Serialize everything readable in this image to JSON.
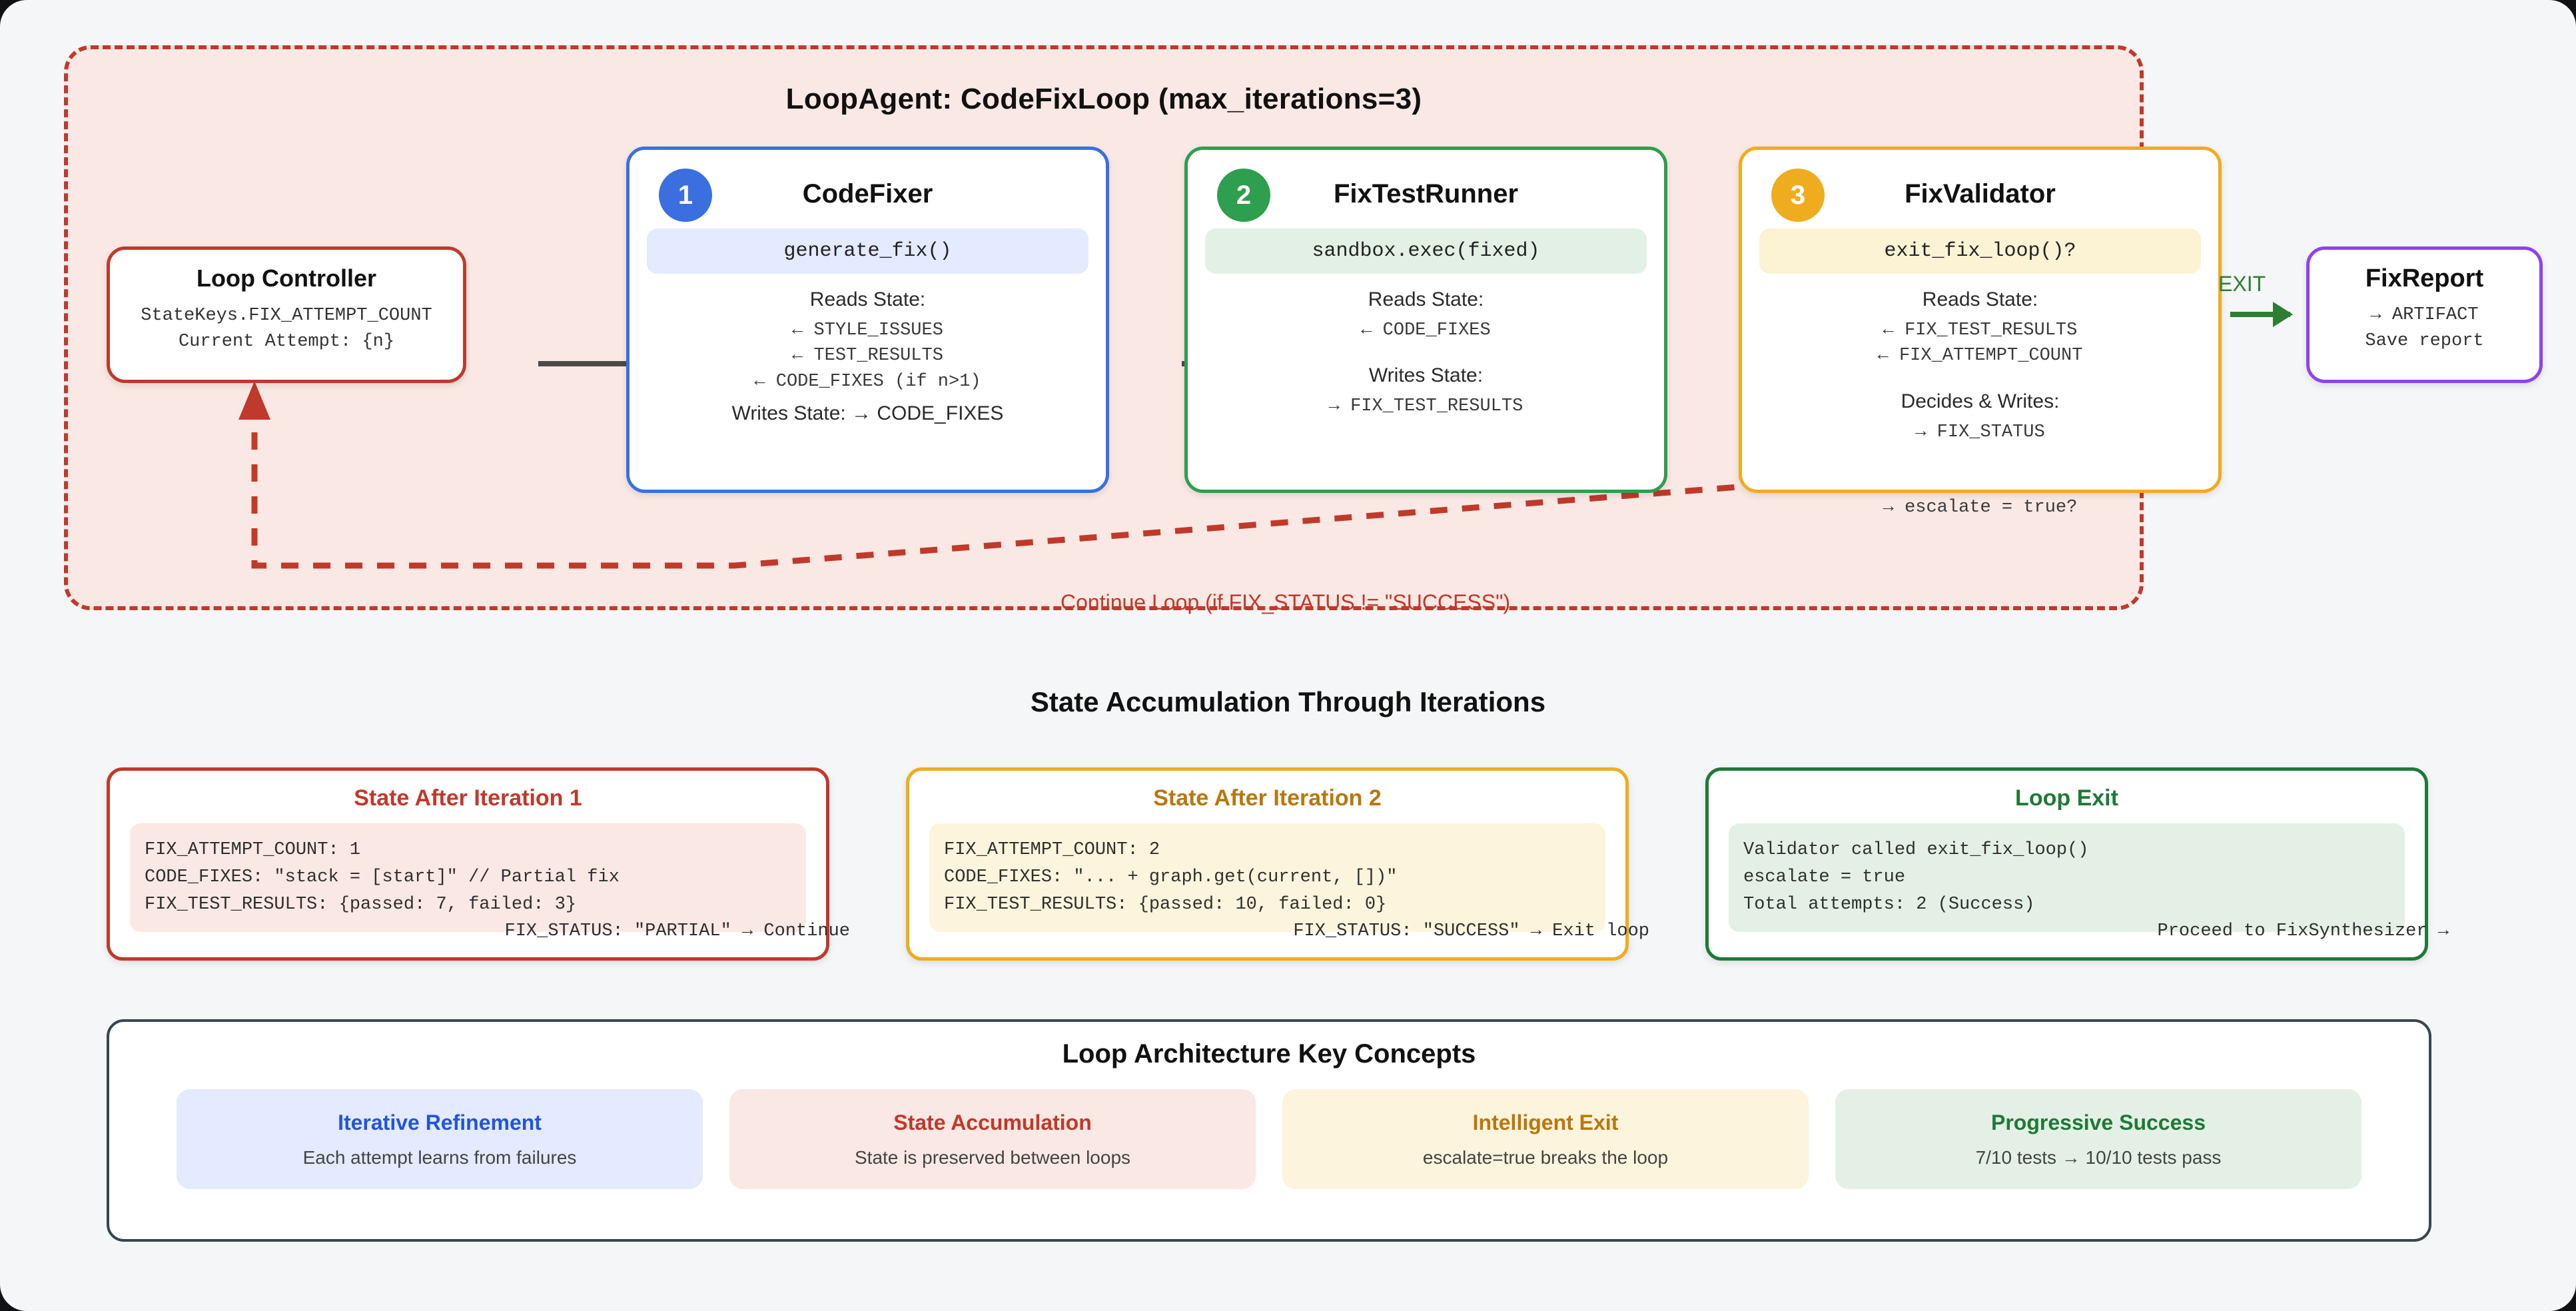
{
  "loop": {
    "title": "LoopAgent: CodeFixLoop (max_iterations=3)",
    "controller": {
      "title": "Loop Controller",
      "line1": "StateKeys.FIX_ATTEMPT_COUNT",
      "line2": "Current Attempt: {n}"
    },
    "steps": [
      {
        "badge": "1",
        "title": "CodeFixer",
        "code": "generate_fix()",
        "reads_label": "Reads State:",
        "reads": [
          "← STYLE_ISSUES",
          "← TEST_RESULTS",
          "← CODE_FIXES (if n>1)"
        ],
        "writes_inline": "Writes State: → CODE_FIXES",
        "accent": "#3b6fe0"
      },
      {
        "badge": "2",
        "title": "FixTestRunner",
        "code": "sandbox.exec(fixed)",
        "reads_label": "Reads State:",
        "reads": [
          "← CODE_FIXES"
        ],
        "writes_label": "Writes State:",
        "writes": [
          "→ FIX_TEST_RESULTS"
        ],
        "accent": "#2e9e4f"
      },
      {
        "badge": "3",
        "title": "FixValidator",
        "code": "exit_fix_loop()?",
        "reads_label": "Reads State:",
        "reads": [
          "← FIX_TEST_RESULTS",
          "← FIX_ATTEMPT_COUNT"
        ],
        "writes_label": "Decides & Writes:",
        "writes": [
          "→ FIX_STATUS"
        ],
        "overflow": "→ escalate = true?",
        "accent": "#efac1e"
      }
    ],
    "exit_label": "EXIT",
    "report": {
      "title": "FixReport",
      "line1": "→ ARTIFACT",
      "line2": "Save report"
    },
    "feedback_label": "Continue Loop (if FIX_STATUS != \"SUCCESS\")",
    "feedback_color": "#c0392b"
  },
  "state_section": {
    "heading": "State Accumulation Through Iterations",
    "cards": [
      {
        "title": "State After Iteration 1",
        "lines": [
          "FIX_ATTEMPT_COUNT: 1",
          "CODE_FIXES: \"stack = [start]\" // Partial fix",
          "FIX_TEST_RESULTS: {passed: 7, failed: 3}"
        ],
        "footer": "FIX_STATUS: \"PARTIAL\" → Continue",
        "accent": "#c0392b"
      },
      {
        "title": "State After Iteration 2",
        "lines": [
          "FIX_ATTEMPT_COUNT: 2",
          "CODE_FIXES: \"... + graph.get(current, [])\"",
          "FIX_TEST_RESULTS: {passed: 10, failed: 0}"
        ],
        "footer": "FIX_STATUS: \"SUCCESS\" → Exit loop",
        "accent": "#efac1e"
      },
      {
        "title": "Loop Exit",
        "lines": [
          "Validator called exit_fix_loop()",
          "escalate = true",
          "Total attempts: 2 (Success)"
        ],
        "footer": "Proceed to FixSynthesizer →",
        "accent": "#1e7a37"
      }
    ]
  },
  "concepts": {
    "title": "Loop Architecture Key Concepts",
    "items": [
      {
        "title": "Iterative Refinement",
        "subtitle": "Each attempt learns from failures",
        "color": "#2255dd"
      },
      {
        "title": "State Accumulation",
        "subtitle": "State is preserved between loops",
        "color": "#c0392b"
      },
      {
        "title": "Intelligent Exit",
        "subtitle": "escalate=true breaks the loop",
        "color": "#b9770e"
      },
      {
        "title": "Progressive Success",
        "subtitle": "7/10 tests → 10/10 tests pass",
        "color": "#1e7a37"
      }
    ]
  }
}
